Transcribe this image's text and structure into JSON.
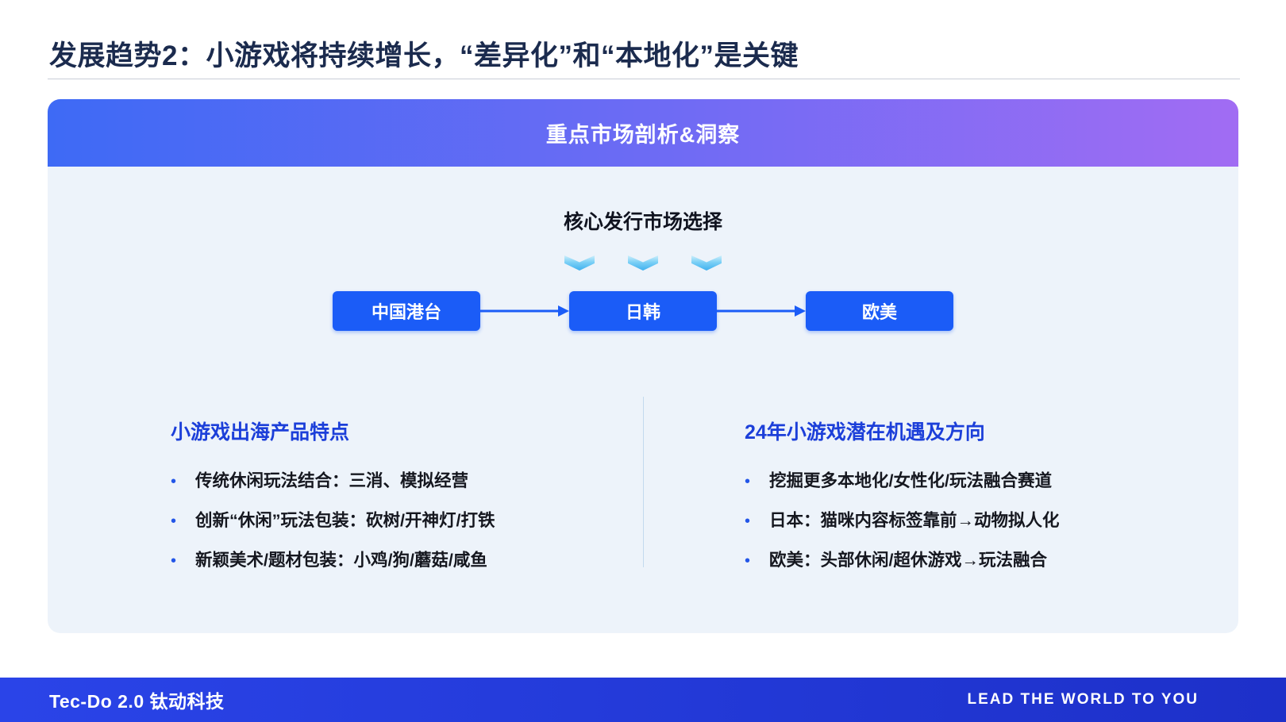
{
  "title": "发展趋势2：小游戏将持续增长，“差异化”和“本地化”是关键",
  "panel": {
    "header": "重点市场剖析&洞察",
    "flow": {
      "heading": "核心发行市场选择",
      "nodes": [
        "中国港台",
        "日韩",
        "欧美"
      ]
    },
    "columns": [
      {
        "heading": "小游戏出海产品特点",
        "bullets": [
          "传统休闲玩法结合：三消、模拟经营",
          "创新“休闲”玩法包装：砍树/开神灯/打铁",
          "新颖美术/题材包装：小鸡/狗/蘑菇/咸鱼"
        ]
      },
      {
        "heading": "24年小游戏潜在机遇及方向",
        "bullets": [
          "挖掘更多本地化/女性化/玩法融合赛道",
          "日本：猫咪内容标签靠前→动物拟人化",
          "欧美：头部休闲/超休游戏→玩法融合"
        ]
      }
    ]
  },
  "footer": {
    "brand": "Tec-Do 2.0 钛动科技",
    "slogan": "LEAD THE WORLD TO YOU"
  },
  "icons": {
    "bullet_glyph": "•",
    "chevron": "chevron-down",
    "flow_arrow": "arrow-right"
  },
  "colors": {
    "accent_blue": "#1B5CF7",
    "header_gradient_start": "#3E6AF5",
    "header_gradient_end": "#A16CF3",
    "panel_bg": "#EDF3FA",
    "heading_blue": "#1C3FD9",
    "footer_blue_start": "#2A44E8",
    "footer_blue_end": "#1D30C9"
  }
}
